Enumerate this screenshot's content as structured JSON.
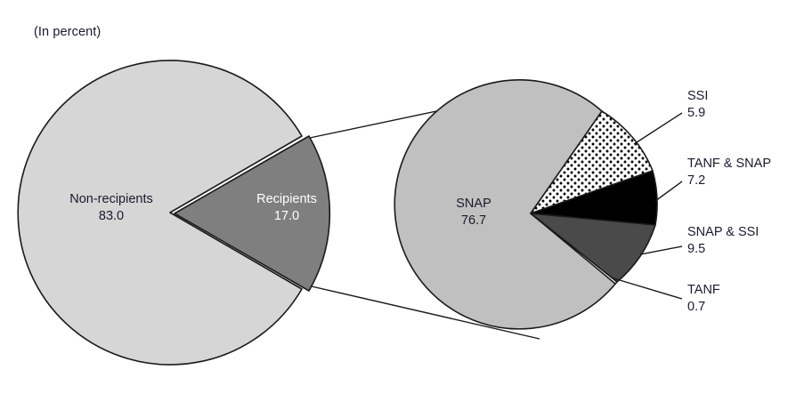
{
  "figure": {
    "unit_note": "(In percent)",
    "colors": {
      "background": "#ffffff",
      "outline": "#1a1a1a",
      "light_gray": "#d6d6d6",
      "mid_gray": "#7f7f7f",
      "dark_gray": "#4a4a4a",
      "black": "#000000",
      "snap_gray": "#c0c0c0",
      "text": "#1a1a2e",
      "text_on_dark": "#ffffff"
    }
  },
  "chart_data": {
    "type": "pie",
    "title": "",
    "subtitle": "",
    "xlabel": "",
    "ylabel": "",
    "units": "percent",
    "legend_position": "none",
    "grid": false,
    "charts": [
      {
        "name": "overall-population",
        "id": "left-pie",
        "labels": [
          "Non-recipients",
          "Recipients"
        ],
        "values": [
          83.0,
          17.0
        ],
        "label_values": [
          "83.0",
          "17.0"
        ],
        "colors": [
          "#d6d6d6",
          "#7f7f7f"
        ],
        "exploded": [
          false,
          true
        ],
        "label_placement": [
          "inside",
          "inside"
        ]
      },
      {
        "name": "recipients-breakdown",
        "id": "right-pie",
        "labels": [
          "SNAP",
          "SSI",
          "TANF & SNAP",
          "SNAP & SSI",
          "TANF"
        ],
        "values": [
          76.7,
          5.9,
          7.2,
          9.5,
          0.7
        ],
        "label_values": [
          "76.7",
          "5.9",
          "7.2",
          "9.5",
          "0.7"
        ],
        "colors": [
          "#c0c0c0",
          "#ffffff",
          "#000000",
          "#4a4a4a",
          "#ffffff"
        ],
        "fill_patterns": [
          "solid",
          "dots",
          "solid",
          "solid",
          "solid"
        ],
        "label_placement": [
          "inside",
          "callout",
          "callout",
          "callout",
          "callout"
        ]
      }
    ],
    "relationship": "The 'Recipients' slice (17.0) of the left pie is expanded into the right pie, whose slices sum to 100 percent of recipients."
  },
  "slices": {
    "nonrecipients": {
      "name": "Non-recipients",
      "value": "83.0"
    },
    "recipients": {
      "name": "Recipients",
      "value": "17.0"
    },
    "snap": {
      "name": "SNAP",
      "value": "76.7"
    },
    "ssi": {
      "name": "SSI",
      "value": "5.9"
    },
    "tanf_snap": {
      "name": "TANF & SNAP",
      "value": "7.2"
    },
    "snap_ssi": {
      "name": "SNAP & SSI",
      "value": "9.5"
    },
    "tanf": {
      "name": "TANF",
      "value": "0.7"
    }
  }
}
